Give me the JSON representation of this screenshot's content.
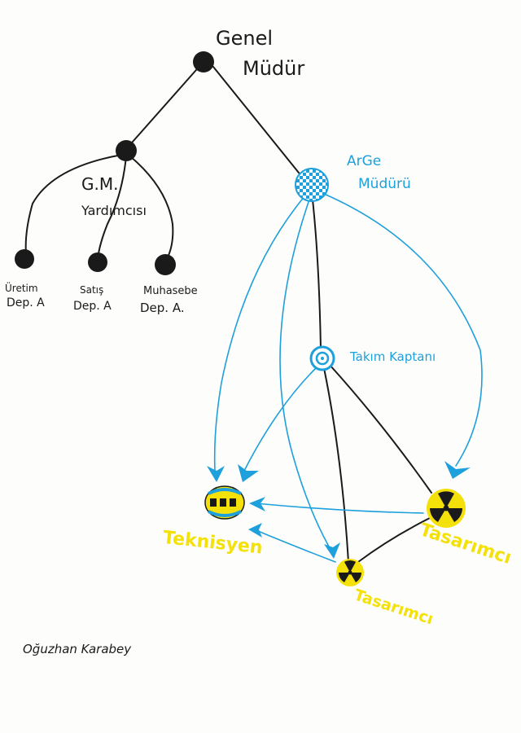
{
  "colors": {
    "ink": "#1a1a1a",
    "blue": "#1ea0dc",
    "yellow": "#f4e10a"
  },
  "nodes": {
    "genel_mudur": {
      "line1": "Genel",
      "line2": "Müdür",
      "icon": "filled-circle"
    },
    "gm_yardimcisi": {
      "line1": "G.M.",
      "line2": "Yardımcısı",
      "icon": "filled-circle"
    },
    "uretim": {
      "line1": "Üretim",
      "line2": "Dep. A",
      "icon": "filled-circle"
    },
    "satis": {
      "line1": "Satış",
      "line2": "Dep. A",
      "icon": "filled-circle"
    },
    "muhasebe": {
      "line1": "Muhasebe",
      "line2": "Dep. A.",
      "icon": "filled-circle"
    },
    "arge_mudur": {
      "line1": "ArGe",
      "line2": "Müdürü",
      "icon": "checkered-circle"
    },
    "takim_kaptani": {
      "line1": "Takım Kaptanı",
      "icon": "target-circle"
    },
    "teknisyen": {
      "label": "Teknisyen",
      "icon": "striped-ellipse"
    },
    "tasarimci_1": {
      "label": "Tasarımcı",
      "icon": "radiation-icon"
    },
    "tasarimci_2": {
      "label": "Tasarımcı",
      "icon": "radiation-icon"
    }
  },
  "signature": "Oğuzhan Karabey"
}
